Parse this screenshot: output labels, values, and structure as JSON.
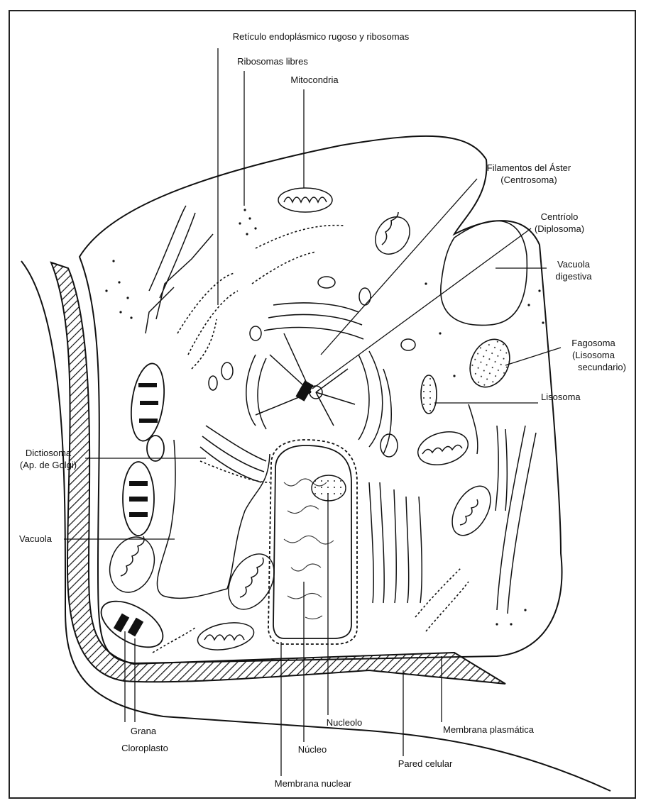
{
  "diagram": {
    "labels": {
      "rer": "Retículo endoplásmico rugoso y ribosomas",
      "ribosomas_libres": "Ribosomas libres",
      "mitocondria": "Mitocondria",
      "filamentos_1": "Filamentos del Áster",
      "filamentos_2": "(Centrosoma)",
      "centriolo_1": "Centríolo",
      "centriolo_2": "(Diplosoma)",
      "vac_dig_1": "Vacuola",
      "vac_dig_2": "digestiva",
      "fagosoma_1": "Fagosoma",
      "fagosoma_2": "(Lisosoma",
      "fagosoma_3": "secundario)",
      "lisosoma": "Lisosoma",
      "dictiosoma_1": "Dictiosoma",
      "dictiosoma_2": "(Ap. de Golgi)",
      "vacuola": "Vacuola",
      "grana": "Grana",
      "cloroplasto": "Cloroplasto",
      "nucleolo": "Nucleolo",
      "membrana_plasmatica": "Membrana plasmática",
      "nucleo": "Núcleo",
      "pared_celular": "Pared celular",
      "membrana_nuclear": "Membrana nuclear"
    }
  }
}
